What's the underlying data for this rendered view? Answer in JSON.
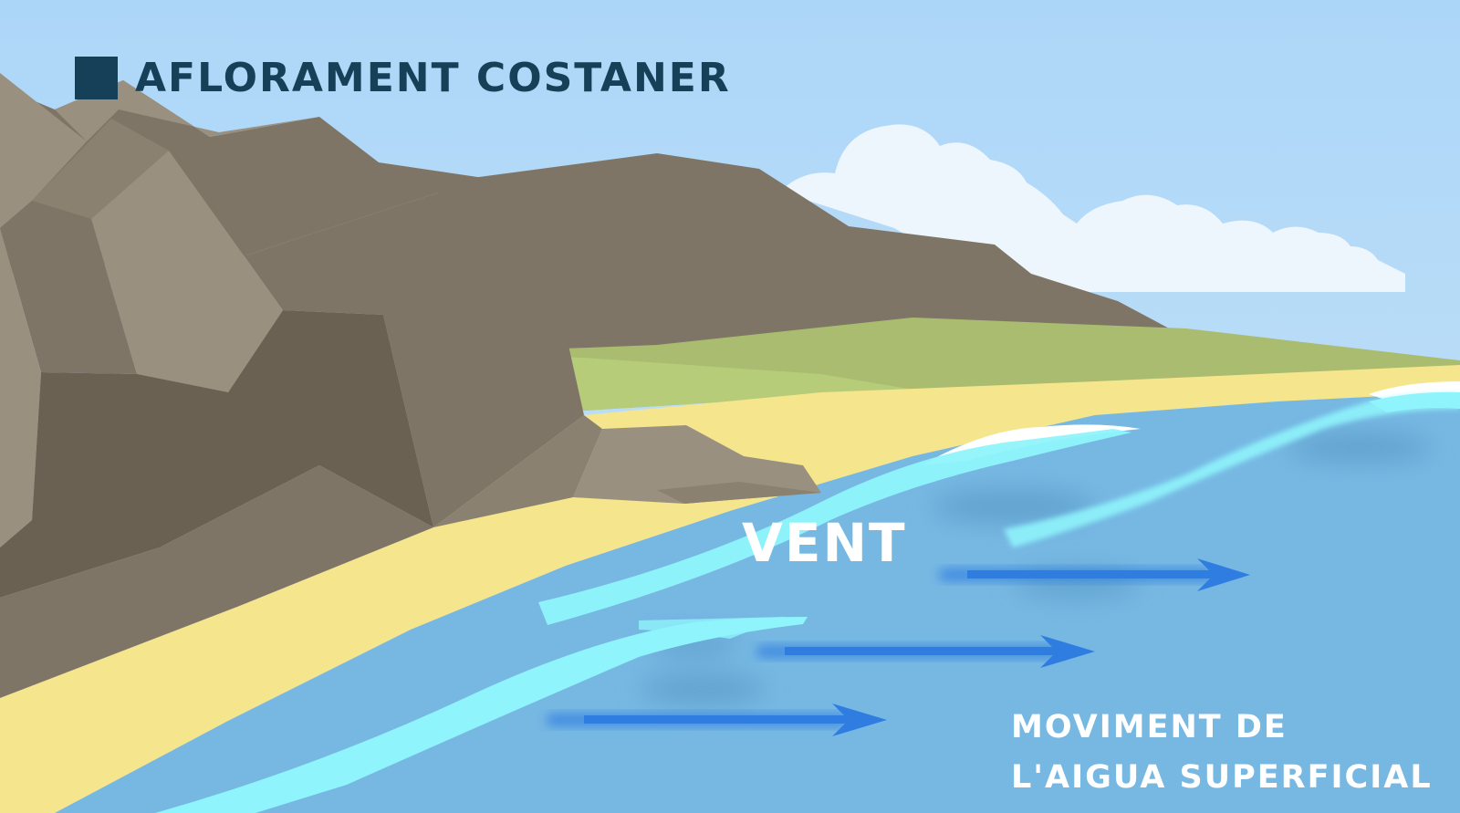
{
  "title": "AFLORAMENT COSTANER",
  "labels": {
    "wind": "VENT",
    "water_line1": "MOVIMENT DE",
    "water_line2": "L'AIGUA SUPERFICIAL"
  },
  "colors": {
    "sky": "#b7dcf7",
    "title_square": "#163f58",
    "title_text": "#163f58",
    "rock_dark": "#6b6152",
    "rock_mid": "#7e7567",
    "rock_light": "#9a9080",
    "grass": "#a9bc70",
    "sand": "#f5e58c",
    "water": "#77b8e3",
    "wave": "#8ff4fb",
    "arrow": "#2f7de0",
    "label_text": "#ffffff"
  },
  "icons": [
    "arrow-right-icon",
    "title-square-icon"
  ]
}
